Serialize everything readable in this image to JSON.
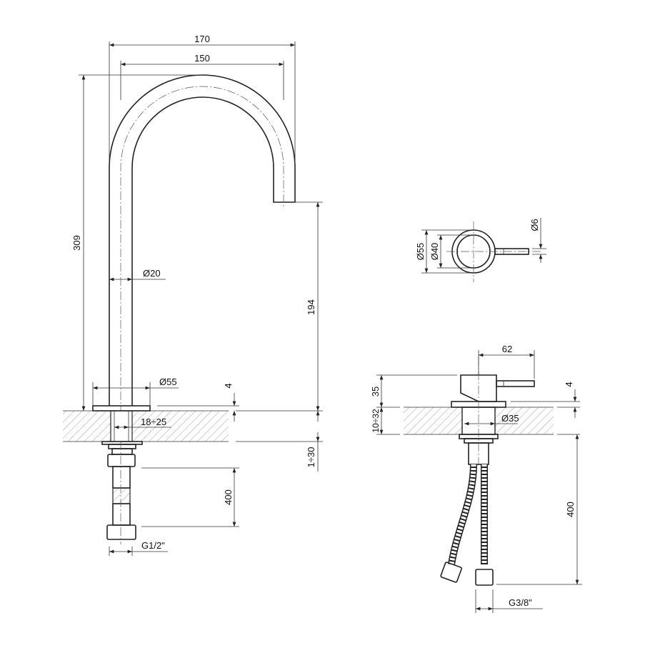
{
  "front_view": {
    "dim_width_outer": "170",
    "dim_width_inner": "150",
    "dim_height_total": "309",
    "dim_spout_height": "194",
    "dim_tube_diameter": "Ø20",
    "dim_base_diameter": "Ø55",
    "dim_base_thickness": "4",
    "dim_countertop": "18÷25",
    "dim_counter_range": "1÷30",
    "dim_hose_length": "400",
    "dim_connection": "G1/2\""
  },
  "top_view": {
    "dim_outer": "Ø55",
    "dim_inner": "Ø40",
    "dim_handle": "Ø6"
  },
  "mixer_view": {
    "dim_handle_length": "62",
    "dim_body_height": "35",
    "dim_counter_range": "10÷32",
    "dim_base_thickness": "4",
    "dim_hole": "Ø35",
    "dim_hose_length": "400",
    "dim_connection": "G3/8\""
  }
}
